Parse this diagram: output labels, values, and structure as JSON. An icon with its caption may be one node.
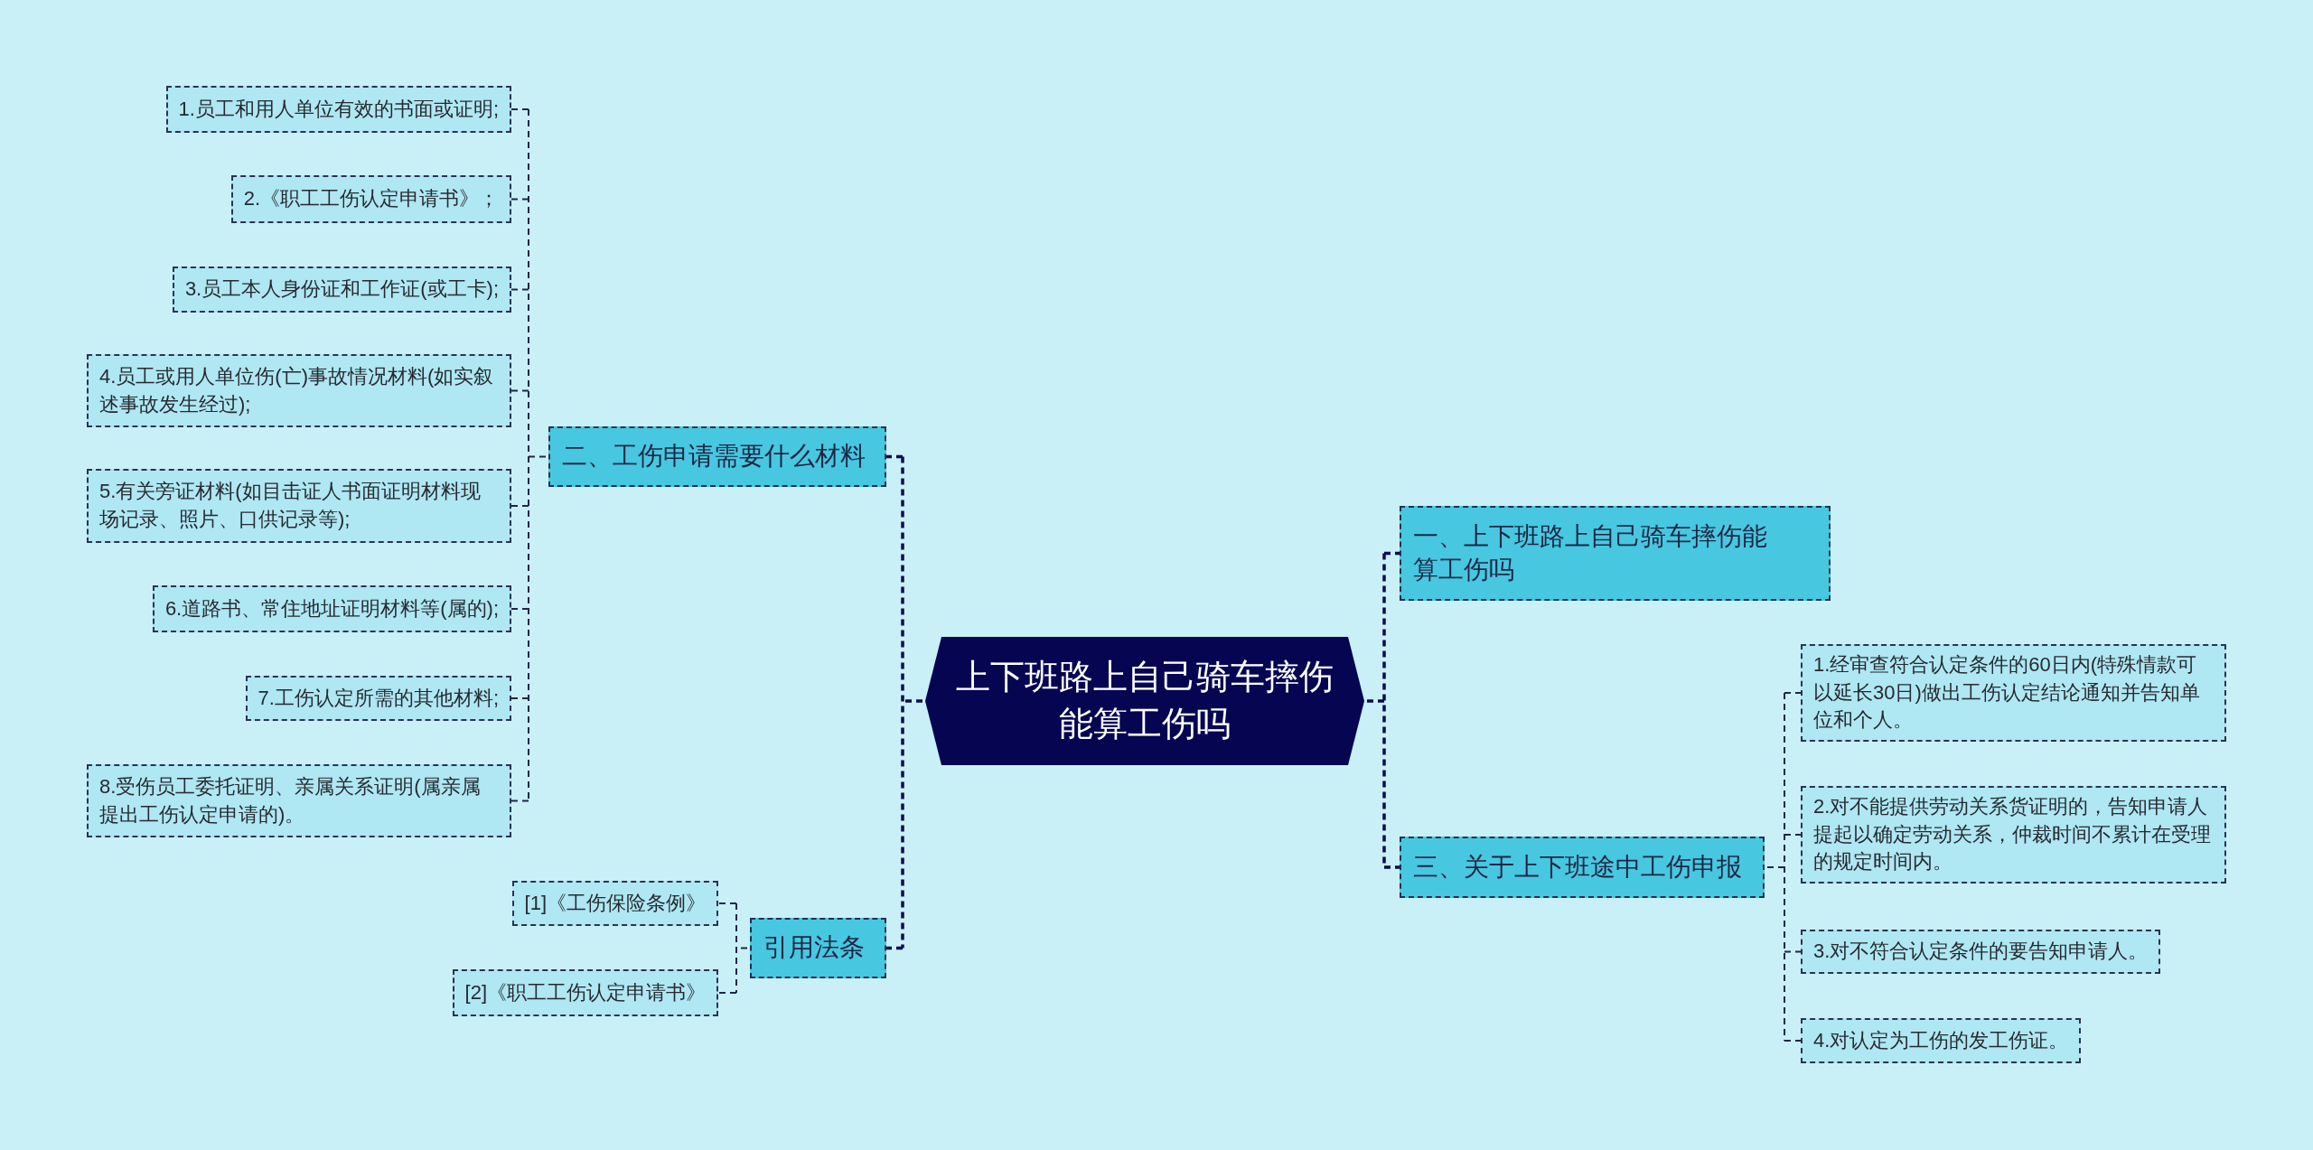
{
  "diagram": {
    "nodes": [
      {
        "text": [
          "上下班路上自己骑车摔伤能算工伤吗"
        ]
      },
      {
        "text": [
          "二、工伤申请需要什么材料"
        ]
      },
      {
        "text": [
          "1.员工和用人单位有效的书面或证明;"
        ]
      },
      {
        "text": [
          "2.《职工工伤认定申请书》；"
        ]
      },
      {
        "text": [
          "3.员工本人身份证和工作证(或工卡);"
        ]
      },
      {
        "text": [
          "4.员工或用人单位伤(亡)事故情况材料(如实叙述事故发生经过);"
        ]
      },
      {
        "text": [
          "5.有关旁证材料(如目击证人书面证明材料现场记录、照片、口供记录等);"
        ]
      },
      {
        "text": [
          "6.道路书、常住地址证明材料等(属的);"
        ]
      },
      {
        "text": [
          "7.工伤认定所需的其他材料;"
        ]
      },
      {
        "text": [
          "8.受伤员工委托证明、亲属关系证明(属亲属提出工伤认定申请的)。"
        ]
      },
      {
        "text": [
          "引用法条"
        ]
      },
      {
        "text": [
          "[1]《工伤保险条例》"
        ]
      },
      {
        "text": [
          "[2]《职工工伤认定申请书》"
        ]
      },
      {
        "text": [
          "一、上下班路上自己骑车摔伤能算工伤吗"
        ]
      },
      {
        "text": [
          "三、关于上下班途中工伤申报"
        ]
      },
      {
        "text": [
          "1.经审查符合认定条件的60日内(特殊情款可以延长30日)做出工伤认定结论通知并告知单位和个人。"
        ]
      },
      {
        "text": [
          "2.对不能提供劳动关系货证明的，告知申请人提起以确定劳动关系，仲裁时间不累计在受理的规定时间内。"
        ]
      },
      {
        "text": [
          "3.对不符合认定条件的要告知申请人。"
        ]
      },
      {
        "text": [
          "4.对认定为工伤的发工伤证。"
        ]
      }
    ],
    "edges": [
      {
        "from": 0,
        "to": 1,
        "arrow": "none",
        "style": "dashed"
      },
      {
        "from": 0,
        "to": 10,
        "arrow": "none",
        "style": "dashed"
      },
      {
        "from": 0,
        "to": 13,
        "arrow": "none",
        "style": "dashed"
      },
      {
        "from": 0,
        "to": 14,
        "arrow": "none",
        "style": "dashed"
      },
      {
        "from": 1,
        "to": 2,
        "arrow": "none",
        "style": "dashed"
      },
      {
        "from": 1,
        "to": 3,
        "arrow": "none",
        "style": "dashed"
      },
      {
        "from": 1,
        "to": 4,
        "arrow": "none",
        "style": "dashed"
      },
      {
        "from": 1,
        "to": 5,
        "arrow": "none",
        "style": "dashed"
      },
      {
        "from": 1,
        "to": 6,
        "arrow": "none",
        "style": "dashed"
      },
      {
        "from": 1,
        "to": 7,
        "arrow": "none",
        "style": "dashed"
      },
      {
        "from": 1,
        "to": 8,
        "arrow": "none",
        "style": "dashed"
      },
      {
        "from": 1,
        "to": 9,
        "arrow": "none",
        "style": "dashed"
      },
      {
        "from": 10,
        "to": 11,
        "arrow": "none",
        "style": "dashed"
      },
      {
        "from": 10,
        "to": 12,
        "arrow": "none",
        "style": "dashed"
      },
      {
        "from": 14,
        "to": 15,
        "arrow": "none",
        "style": "dashed"
      },
      {
        "from": 14,
        "to": 16,
        "arrow": "none",
        "style": "dashed"
      },
      {
        "from": 14,
        "to": 17,
        "arrow": "none",
        "style": "dashed"
      },
      {
        "from": 14,
        "to": 18,
        "arrow": "none",
        "style": "dashed"
      }
    ]
  }
}
